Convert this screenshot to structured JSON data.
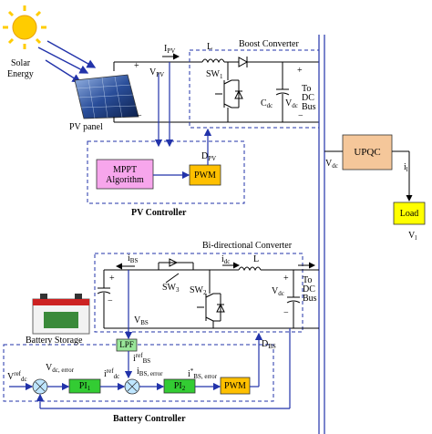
{
  "source": {
    "solar_label_line1": "Solar",
    "solar_label_line2": "Energy",
    "pv_panel": "PV panel",
    "battery": "Battery Storage"
  },
  "boost": {
    "title": "Boost Converter",
    "inductor": "L",
    "switch": "SW",
    "switch_sub": "1",
    "cap": "C",
    "cap_sub": "dc",
    "vdc": "V",
    "vdc_sub": "dc",
    "to_dc_bus_1": "To",
    "to_dc_bus_2": "DC",
    "to_dc_bus_3": "Bus",
    "ipv": "I",
    "ipv_sub": "PV",
    "vpv": "V",
    "vpv_sub": "PV",
    "plus": "+",
    "minus": "−"
  },
  "pv_controller": {
    "mppt_line1": "MPPT",
    "mppt_line2": "Algorithm",
    "pwm": "PWM",
    "dpv": "D",
    "dpv_sub": "PV",
    "title": "PV Controller"
  },
  "upqc": {
    "label": "UPQC",
    "vdc": "V",
    "vdc_sub": "dc",
    "il": "i",
    "il_sub": "l",
    "load": "Load",
    "vl": "V",
    "vl_sub": "l"
  },
  "bidir": {
    "title": "Bi-directional Converter",
    "ibs": "i",
    "ibs_sub": "BS",
    "idc": "i",
    "idc_sub": "dc",
    "inductor": "L",
    "sw3": "SW",
    "sw3_sub": "3",
    "sw2": "SW",
    "sw2_sub": "2",
    "vdc": "V",
    "vdc_sub": "dc",
    "to_dc_1": "To",
    "to_dc_2": "DC",
    "to_dc_3": "Bus",
    "vbs": "V",
    "vbs_sub": "BS",
    "dbs": "D",
    "dbs_sub": "BS",
    "plus": "+",
    "minus": "−"
  },
  "battery_controller": {
    "lpf": "LPF",
    "ibs_ref": "i",
    "ibs_ref_sup": "ref",
    "ibs_ref_sub": "BS",
    "vref": "V",
    "vref_sup": "ref",
    "vref_sub": "dc",
    "vdc_error": "V",
    "vdc_error_sub": "dc, error",
    "pi1": "PI",
    "pi1_sub": "1",
    "iref_dc": "i",
    "iref_dc_sup": "ref",
    "iref_dc_sub": "dc",
    "ibs_error": "i",
    "ibs_error_sub": "BS, error",
    "pi2": "PI",
    "pi2_sub": "2",
    "ibs_error2": "i",
    "ibs_error2_sub": "BS, error",
    "ibs_error2_sup": "*",
    "pwm": "PWM",
    "title": "Battery Controller"
  },
  "colors": {
    "mppt_fill": "#f7a6ec",
    "pwm_fill": "#ffc000",
    "pi_fill": "#33cc33",
    "lpf_fill": "#99e699",
    "upqc_fill": "#f5c79a",
    "load_fill": "#ffff00",
    "wire": "#000000",
    "control_wire": "#2233aa",
    "sum_fill": "#bfe6ff",
    "sun": "#ffcc00"
  }
}
